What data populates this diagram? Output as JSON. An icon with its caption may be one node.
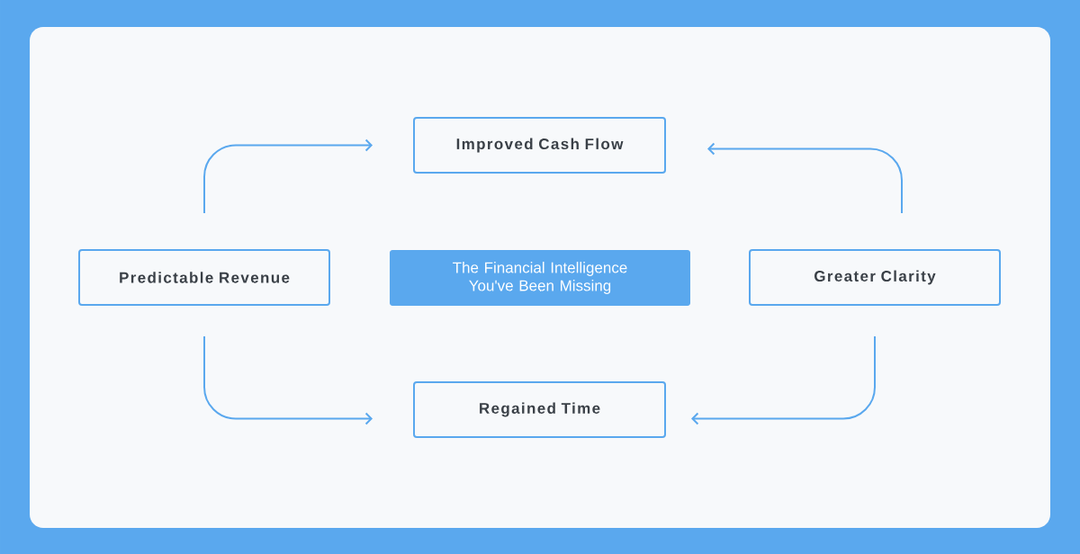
{
  "diagram": {
    "nodes": [
      {
        "text": [
          "Improved Cash Flow"
        ]
      },
      {
        "text": [
          "Predictable Revenue"
        ]
      },
      {
        "text": [
          "The Financial Intelligence You've Been Missing"
        ]
      },
      {
        "text": [
          "Greater Clarity"
        ]
      },
      {
        "text": [
          "Regained Time"
        ]
      }
    ],
    "edges": [
      {
        "from": 1,
        "to": 0,
        "arrow": "to"
      },
      {
        "from": 3,
        "to": 0,
        "arrow": "to"
      },
      {
        "from": 1,
        "to": 4,
        "arrow": "to"
      },
      {
        "from": 3,
        "to": 4,
        "arrow": "to"
      }
    ]
  }
}
